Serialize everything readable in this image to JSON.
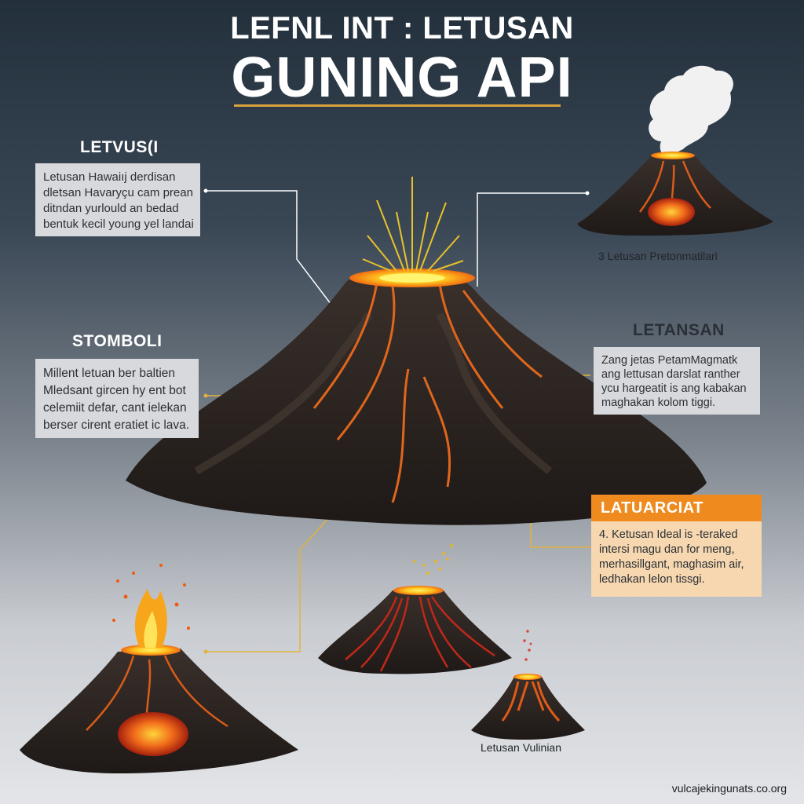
{
  "header": {
    "top_line": "LEFNL INT : LETUSAN",
    "main_line": "GUNING API"
  },
  "sections": {
    "top_left": {
      "heading": "LETVUS(I",
      "lines": [
        "Letusan Hawaiıj derdisan",
        "dletsan Havaryçu cam prean",
        "ditndan yurlould an bedad",
        "bentuk kecil young yel landai"
      ]
    },
    "mid_left": {
      "heading": "STOMBOLI",
      "lines": [
        "Millent letuan ber baltien",
        "Mledsant gircen hy ent bot",
        "celemiit defar, cant ielekan",
        "berser cirent eratiet ic lava."
      ]
    },
    "top_right": {
      "caption": "3 Letusan Pretonmatilari"
    },
    "mid_right": {
      "heading": "LETANSAN",
      "lines": [
        "Zang jetas PetamMagmatk",
        "ang lettusan darslat ranther",
        "ycu hargeatit is ang kabakan",
        "maghakan kolom tiggi."
      ]
    },
    "lower_right": {
      "heading": "LATUARCIAT",
      "lines": [
        "4. Ketusan Ideal is -teraked",
        "intersi magu dan for meng,",
        "merhasillgant, maghasim air,",
        "ledhakan lelon tissgi."
      ]
    },
    "bottom_center": {
      "caption": "Letusan Vulinian"
    }
  },
  "footer": {
    "source": "vulcajekingunats.co.org"
  },
  "colors": {
    "accent_orange": "#ef8a1f",
    "title_rule": "#d9a23a",
    "lava": "#ffb21e",
    "rock": "#2a2320"
  }
}
